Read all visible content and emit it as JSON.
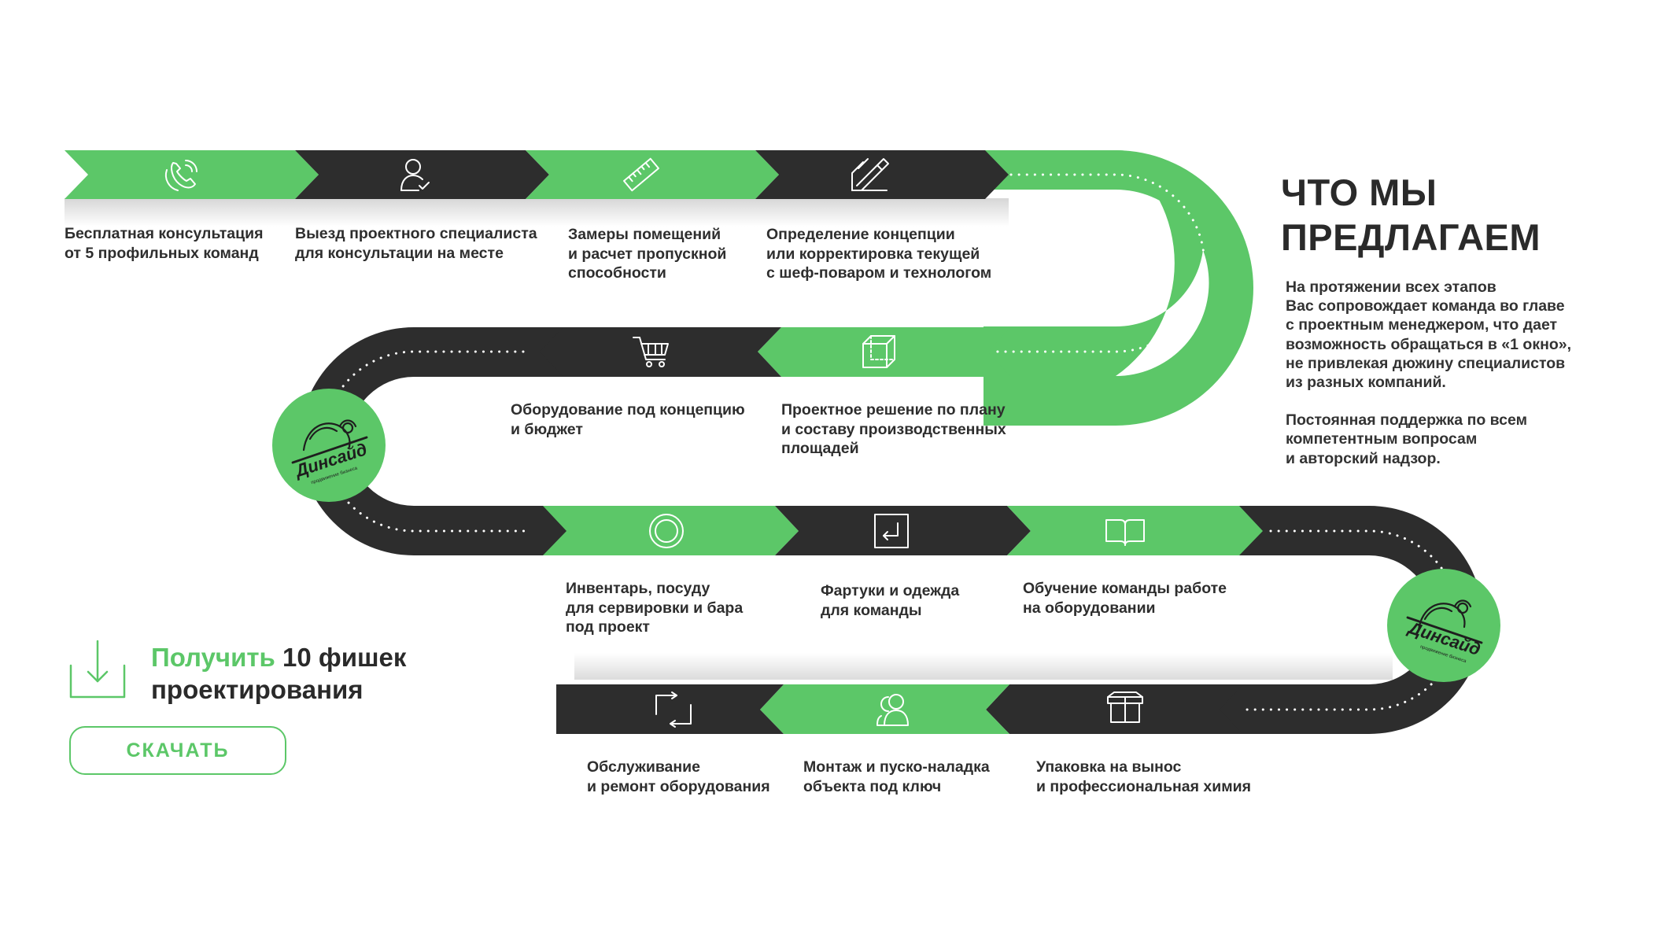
{
  "colors": {
    "green": "#5cc768",
    "dark": "#2d2d2d",
    "text": "#2e2e2e",
    "white": "#ffffff"
  },
  "title": [
    "ЧТО МЫ",
    "ПРЕДЛАГАЕМ"
  ],
  "description": {
    "paragraph1": [
      "На протяжении всех этапов",
      "Вас сопровождает команда во главе",
      "с проектным менеджером, что дает",
      "возможность обращаться в «1 окно»,",
      "не привлекая дюжину специалистов",
      "из разных компаний."
    ],
    "paragraph2": [
      "Постоянная поддержка по всем",
      "компетентным вопросам",
      "и авторский надзор."
    ]
  },
  "steps": [
    {
      "id": "consult",
      "icon": "phone-icon",
      "lines": [
        "Бесплатная консультация",
        "от 5 профильных команд"
      ]
    },
    {
      "id": "visit",
      "icon": "user-check-icon",
      "lines": [
        "Выезд проектного специалиста",
        "для консультации на месте"
      ]
    },
    {
      "id": "measure",
      "icon": "ruler-icon",
      "lines": [
        "Замеры помещений",
        "и расчет пропускной",
        "способности"
      ]
    },
    {
      "id": "concept",
      "icon": "pencil-ruler-icon",
      "lines": [
        "Определение концепции",
        "или корректировка текущей",
        "с шеф-поваром и технологом"
      ]
    },
    {
      "id": "project",
      "icon": "cube-icon",
      "lines": [
        "Проектное решение по плану",
        "и составу производственных",
        "площадей"
      ]
    },
    {
      "id": "equipment",
      "icon": "cart-icon",
      "lines": [
        "Оборудование под концепцию",
        "и бюджет"
      ]
    },
    {
      "id": "inventory",
      "icon": "plate-icon",
      "lines": [
        "Инвентарь, посуду",
        "для сервировки и бара",
        "под проект"
      ]
    },
    {
      "id": "aprons",
      "icon": "apron-icon",
      "lines": [
        "Фартуки и одежда",
        "для команды"
      ]
    },
    {
      "id": "training",
      "icon": "book-icon",
      "lines": [
        "Обучение команды работе",
        "на оборудовании"
      ]
    },
    {
      "id": "packaging",
      "icon": "box-icon",
      "lines": [
        "Упаковка на вынос",
        "и профессиональная химия"
      ]
    },
    {
      "id": "install",
      "icon": "team-icon",
      "lines": [
        "Монтаж и пуско-наладка",
        "объекта под ключ"
      ]
    },
    {
      "id": "service",
      "icon": "refresh-icon",
      "lines": [
        "Обслуживание",
        "и ремонт оборудования"
      ]
    }
  ],
  "logo": {
    "name": "Динсайд",
    "tagline": "продвижение бизнеса"
  },
  "cta": {
    "highlight": "Получить",
    "rest": "10 фишек",
    "line2": "проектирования",
    "button": "СКАЧАТЬ",
    "icon": "download-icon"
  }
}
